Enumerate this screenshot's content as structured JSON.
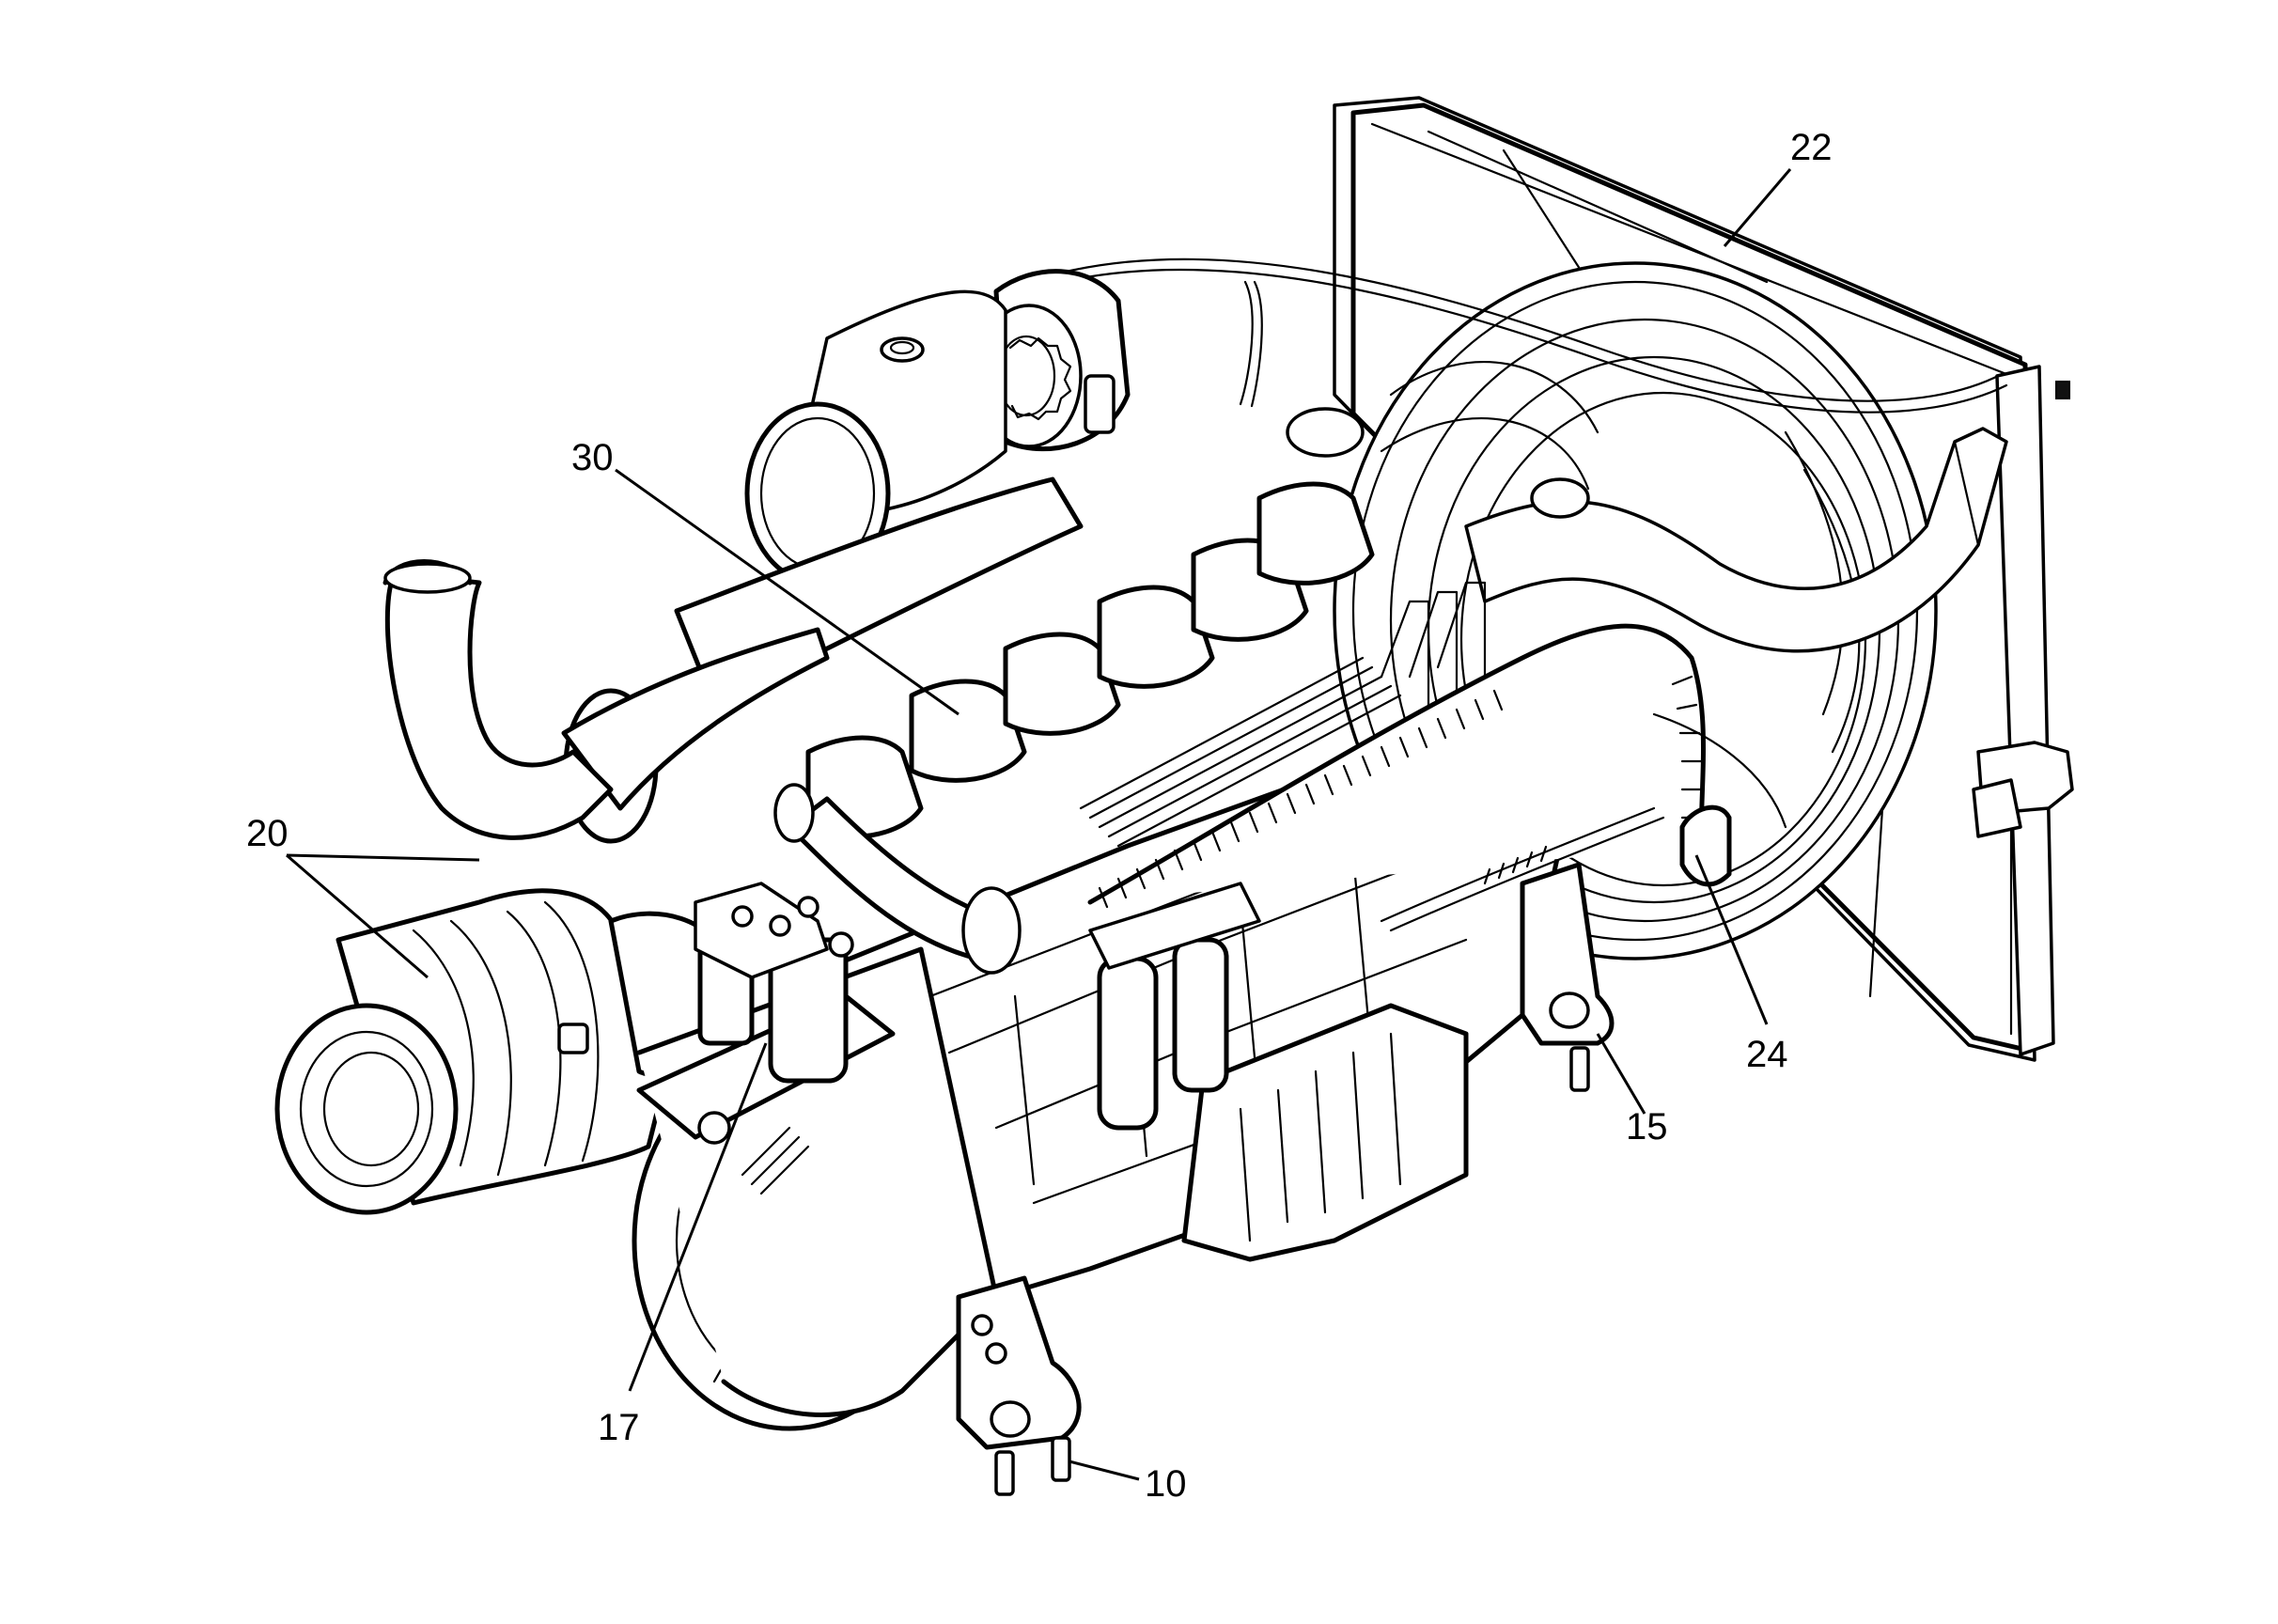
{
  "diagram": {
    "callouts": [
      {
        "id": "22",
        "text": "22"
      },
      {
        "id": "30",
        "text": "30"
      },
      {
        "id": "20",
        "text": "20"
      },
      {
        "id": "24",
        "text": "24"
      },
      {
        "id": "15",
        "text": "15"
      },
      {
        "id": "17",
        "text": "17"
      },
      {
        "id": "10",
        "text": "10"
      }
    ]
  },
  "colors": {
    "ink": "#000000",
    "paper": "#ffffff"
  }
}
